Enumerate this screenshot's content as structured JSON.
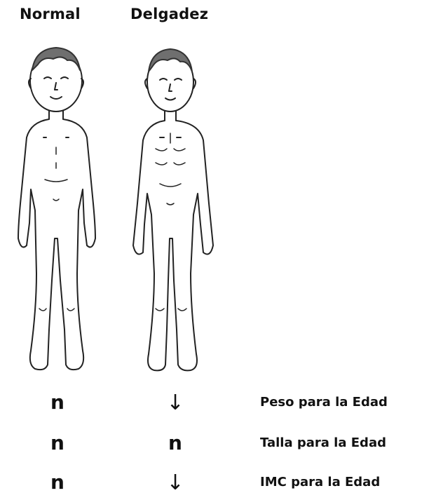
{
  "columns": {
    "normal": "Normal",
    "thin": "Delgadez"
  },
  "rows": [
    {
      "label": "Peso para la Edad",
      "normal": "n",
      "thin": "↓"
    },
    {
      "label": "Talla para la Edad",
      "normal": "n",
      "thin": "n"
    },
    {
      "label": "IMC para la Edad",
      "normal": "n",
      "thin": "↓"
    }
  ],
  "colors": {
    "text": "#111111",
    "line": "#222222",
    "background": "#ffffff"
  }
}
